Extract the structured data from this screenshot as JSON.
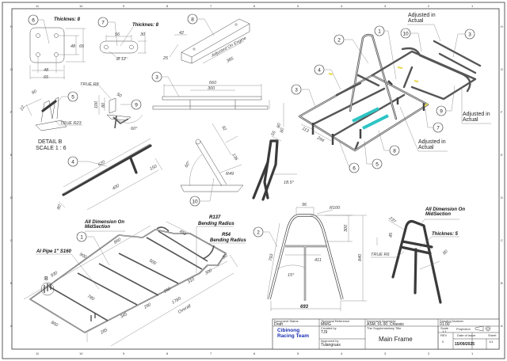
{
  "border": {
    "columns": [
      "11",
      "10",
      "9",
      "8",
      "7",
      "6",
      "5",
      "4",
      "3",
      "2",
      "1"
    ],
    "rows": [
      "H",
      "G",
      "F",
      "E",
      "D",
      "C",
      "B",
      "A"
    ]
  },
  "parts": {
    "p6": {
      "balloon": "6",
      "note": "Thicknes: 8",
      "dims": [
        "48",
        "65",
        "48",
        "65"
      ]
    },
    "p7": {
      "balloon": "7",
      "note": "Thicknes: 8",
      "dims": [
        "56",
        "30",
        "Ø 12"
      ]
    },
    "p8": {
      "balloon": "8",
      "dims": [
        "42",
        "25",
        "Adjusted On Engine",
        "385"
      ]
    },
    "p3": {
      "balloon": "3",
      "dims": [
        "660",
        "300",
        "80"
      ]
    },
    "p5": {
      "balloon": "5",
      "dims": [
        "80",
        "22",
        "TRUE R23"
      ]
    },
    "p9": {
      "balloon": "9",
      "dims": [
        "TRUE R8",
        "50",
        "100",
        "80",
        "60°"
      ]
    },
    "detail": {
      "title": "DETAIL B",
      "scale": "SCALE 1 : 6"
    },
    "p4": {
      "balloon": "4",
      "dims": [
        "620",
        "150",
        "400",
        "80"
      ]
    },
    "p10": {
      "balloon": "10",
      "dims": [
        "92",
        "136",
        "R49",
        "60°"
      ]
    },
    "ubend": {
      "dims": [
        "55",
        "80",
        "18.5°"
      ]
    },
    "assembly": {
      "balloons": [
        "2",
        "1",
        "10",
        "3",
        "4",
        "3",
        "9",
        "7",
        "8",
        "5",
        "6"
      ],
      "notes": [
        "Adjusted in Actual",
        "Adjusted in Actual",
        "Adjusted in Actual"
      ],
      "dims": [
        "113",
        "294"
      ]
    },
    "p1": {
      "balloon": "1",
      "detail_ref": "B",
      "notes": [
        "All Dimension On MidSection",
        "Al Pipe 1\" S160",
        "R137",
        "Bending Radius",
        "R54",
        "Bending Radius"
      ],
      "dims": [
        "458",
        "860",
        "900",
        "500",
        "930",
        "780",
        "80",
        "300",
        "310",
        "250",
        "290",
        "345",
        "285",
        "860",
        "1780",
        "Overall"
      ]
    },
    "p2_front": {
      "balloon": "2",
      "dims": [
        "96",
        "R100",
        "300",
        "840",
        "793",
        "411",
        "15°",
        "693"
      ]
    },
    "p2_iso": {
      "notes": [
        "All Dimension On MidSection",
        "Thicknes: 5",
        "TRUE R6"
      ],
      "dims": [
        "237",
        "45",
        "80"
      ]
    }
  },
  "title_block": {
    "status_label": "Document Status",
    "status_value": "Draft",
    "techref_label": "Technical Reference",
    "techref_value": "MWG",
    "assembly_label": "Document Assembly",
    "assembly_value": "ASM_01.00_Chassis",
    "drawing_number_label": "Drawing Number",
    "drawing_number_value": "01.00",
    "company": "Cibinong Racing Team",
    "created_label": "Created by",
    "created_value": "TJ9",
    "approved_label": "Approved by",
    "approved_value": "Tulangruas",
    "title_label": "The Supplementary Title",
    "title_value": "Main Frame",
    "scale_label": "Scale",
    "scale_value": "1:1",
    "projection_label": "Projection",
    "rev_label": "REV",
    "rev_value": "0",
    "date_label": "Date of issue",
    "date_value": "15/09/2025",
    "sheet_label": "Sheet",
    "sheet_value": "1/1"
  },
  "colors": {
    "highlight": "#2ec4c4",
    "ink": "#333333",
    "company": "#1a2fb0"
  }
}
